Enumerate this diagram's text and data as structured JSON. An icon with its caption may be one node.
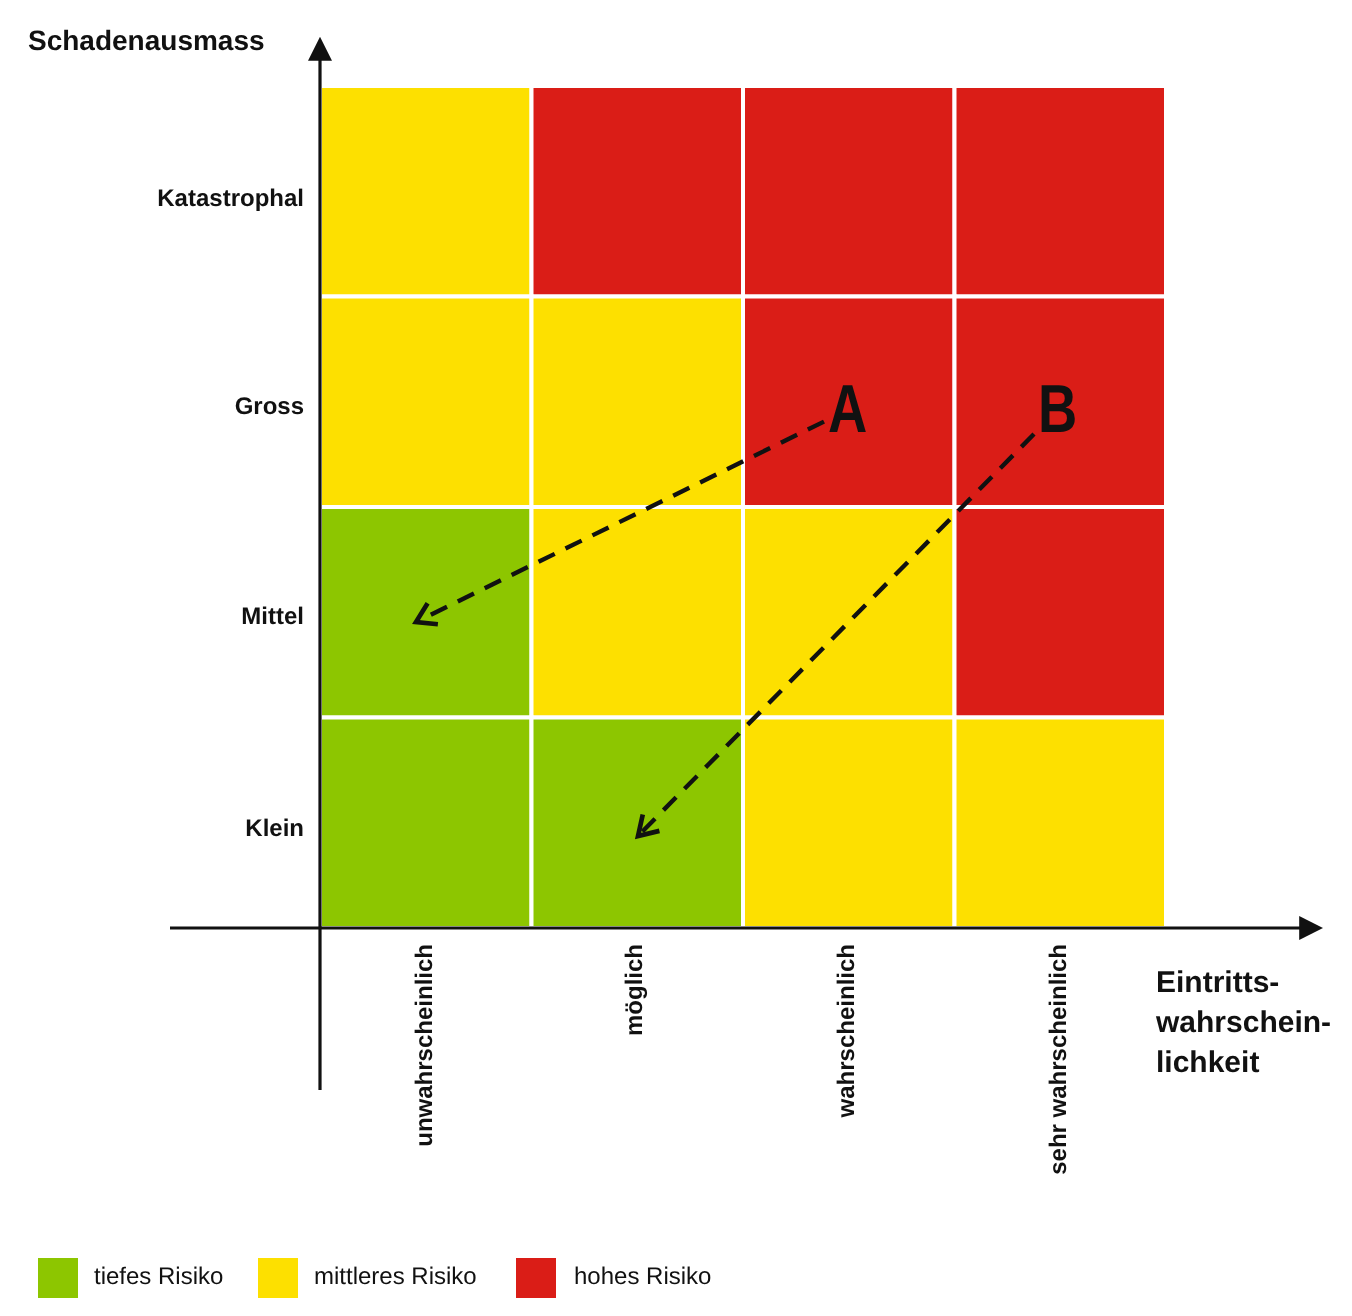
{
  "diagram": {
    "nodes": [
      {
        "text": [
          "A"
        ]
      },
      {
        "text": [
          "B"
        ]
      }
    ],
    "edges": [
      {
        "from": 0,
        "to": null,
        "arrow": "to",
        "style": "dashed"
      },
      {
        "from": 1,
        "to": null,
        "arrow": "to",
        "style": "dashed"
      }
    ],
    "labels": [
      "Schadenausmass",
      "Katastrophal",
      "Gross",
      "Mittel",
      "Klein",
      "unwahrscheinlich",
      "möglich",
      "wahrscheinlich",
      "sehr wahrscheinlich",
      "Eintritts- wahrschein- lichkeit"
    ],
    "legend": [
      {
        "text": "tiefes Risiko",
        "color": "#8dc600"
      },
      {
        "text": "mittleres Risiko",
        "color": "#fde000"
      },
      {
        "text": "hohes Risiko",
        "color": "#da1d17"
      }
    ]
  }
}
